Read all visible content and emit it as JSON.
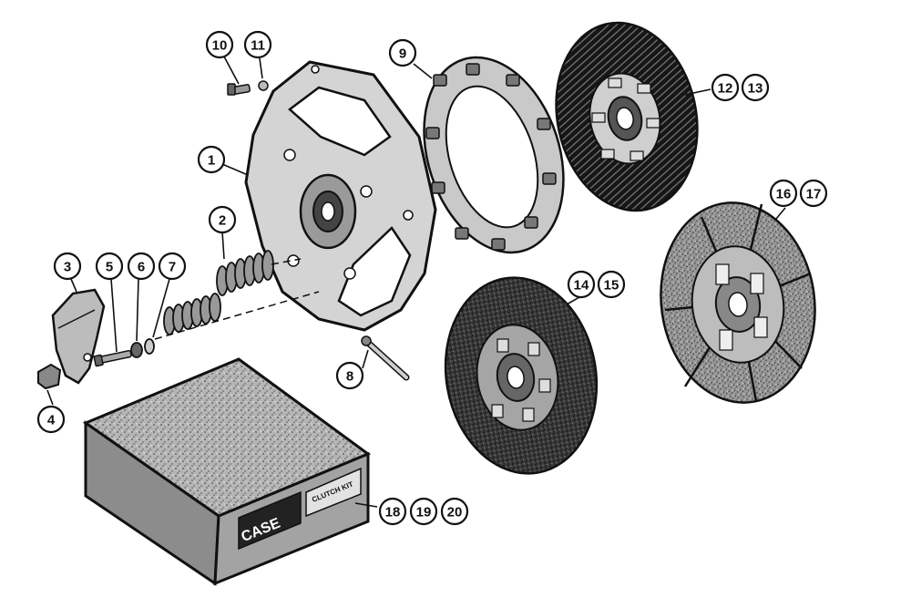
{
  "callouts": [
    {
      "id": "c1",
      "label": "1"
    },
    {
      "id": "c2",
      "label": "2"
    },
    {
      "id": "c3",
      "label": "3"
    },
    {
      "id": "c4",
      "label": "4"
    },
    {
      "id": "c5",
      "label": "5"
    },
    {
      "id": "c6",
      "label": "6"
    },
    {
      "id": "c7",
      "label": "7"
    },
    {
      "id": "c8",
      "label": "8"
    },
    {
      "id": "c9",
      "label": "9"
    },
    {
      "id": "c10",
      "label": "10"
    },
    {
      "id": "c11",
      "label": "11"
    },
    {
      "id": "c12",
      "label": "12"
    },
    {
      "id": "c13",
      "label": "13"
    },
    {
      "id": "c14",
      "label": "14"
    },
    {
      "id": "c15",
      "label": "15"
    },
    {
      "id": "c16",
      "label": "16"
    },
    {
      "id": "c17",
      "label": "17"
    },
    {
      "id": "c18",
      "label": "18"
    },
    {
      "id": "c19",
      "label": "19"
    },
    {
      "id": "c20",
      "label": "20"
    }
  ],
  "kit_box": {
    "brand": "CASE",
    "label": "CLUTCH KIT"
  },
  "colors": {
    "ink": "#111111",
    "background": "#ffffff",
    "friction_dark": "#1c1c1c",
    "friction_grey": "#8a8a8a",
    "metal_light": "#cfcfcf"
  }
}
